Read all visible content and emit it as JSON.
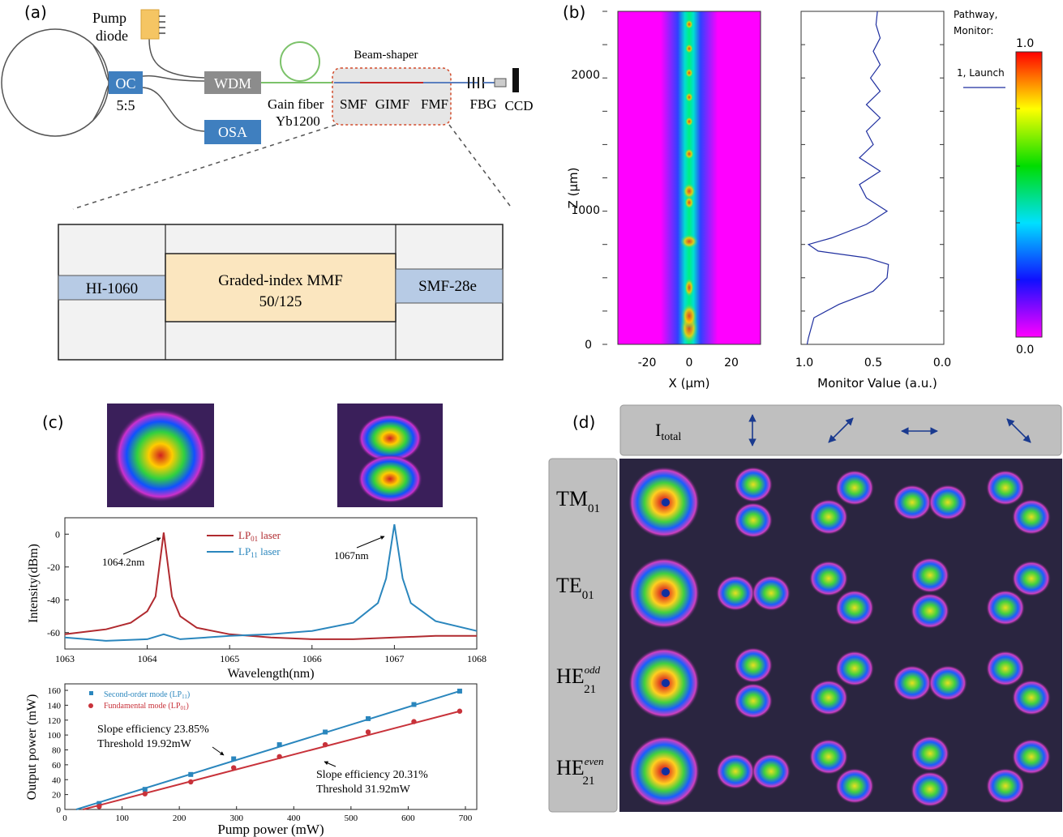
{
  "panels": {
    "a": "(a)",
    "b": "(b)",
    "c": "(c)",
    "d": "(d)"
  },
  "setup": {
    "pump_line1": "Pump",
    "pump_line2": "diode",
    "oc": "OC",
    "ratio": "5:5",
    "wdm": "WDM",
    "osa": "OSA",
    "gain1": "Gain fiber",
    "gain2": "Yb1200",
    "beam_shaper": "Beam-shaper",
    "smf": "SMF",
    "gimf": "GIMF",
    "fmf": "FMF",
    "fbg": "FBG",
    "ccd": "CCD"
  },
  "zoom": {
    "left": "HI-1060",
    "center1": "Graded-index MMF",
    "center2": "50/125",
    "right": "SMF-28e"
  },
  "sim": {
    "ylabel": "Z (μm)",
    "xlabel": "X (μm)",
    "yticks": [
      "0",
      "1000",
      "2000"
    ],
    "xticks": [
      "-20",
      "0",
      "20"
    ],
    "monitor_xlabel": "Monitor Value (a.u.)",
    "monitor_ticks": [
      "1.0",
      "0.5",
      "0.0"
    ],
    "legend1": "Pathway,",
    "legend2": "Monitor:",
    "legend_entry": "1, Launch",
    "cbar_max": "1.0",
    "cbar_min": "0.0",
    "line_color": "#1f2f9f"
  },
  "spectrum": {
    "ylabel": "Intensity(dBm)",
    "xlabel": "Wavelength(nm)",
    "xticks": [
      "1063",
      "1064",
      "1065",
      "1066",
      "1067",
      "1068"
    ],
    "yticks": [
      "0",
      "-20",
      "-40",
      "-60"
    ],
    "legend_lp01_base": "LP",
    "legend_lp01_sub": "01",
    "legend_lp01_rest": " laser",
    "legend_lp11_base": "LP",
    "legend_lp11_sub": "11",
    "legend_lp11_rest": " laser",
    "ann1": "1064.2nm",
    "ann2": "1067nm",
    "color_lp01": "#b02a2f",
    "color_lp11": "#2a86bd"
  },
  "power": {
    "ylabel": "Output power (mW)",
    "xlabel": "Pump power (mW)",
    "xticks": [
      "0",
      "100",
      "200",
      "300",
      "400",
      "500",
      "600",
      "700"
    ],
    "yticks": [
      "0",
      "20",
      "40",
      "60",
      "80",
      "100",
      "120",
      "140",
      "160"
    ],
    "legend1_base": "Second-order mode (LP",
    "legend1_sub": "11",
    "legend1_end": ")",
    "legend2_base": "Fundamental mode (LP",
    "legend2_sub": "01",
    "legend2_end": ")",
    "slope1": "Slope efficiency 23.85%",
    "thr1": "Threshold  19.92mW",
    "slope2": "Slope efficiency 20.31%",
    "thr2": "Threshold  31.92mW",
    "color_lp11": "#2a86bd",
    "color_lp01": "#c8323a"
  },
  "chart_data": [
    {
      "type": "line",
      "title": "",
      "xlabel": "Wavelength(nm)",
      "ylabel": "Intensity(dBm)",
      "xlim": [
        1063,
        1068
      ],
      "ylim": [
        -70,
        10
      ],
      "series": [
        {
          "name": "LP01 laser",
          "x": [
            1063,
            1063.5,
            1063.8,
            1064.0,
            1064.1,
            1064.2,
            1064.3,
            1064.4,
            1064.6,
            1065,
            1065.5,
            1066,
            1066.5,
            1067,
            1067.5,
            1068
          ],
          "y": [
            -61,
            -58,
            -54,
            -47,
            -38,
            1,
            -38,
            -50,
            -57,
            -61,
            -63,
            -64,
            -64,
            -63,
            -62,
            -62
          ]
        },
        {
          "name": "LP11 laser",
          "x": [
            1063,
            1063.5,
            1064,
            1064.2,
            1064.4,
            1065,
            1065.5,
            1066,
            1066.5,
            1066.8,
            1066.9,
            1067,
            1067.1,
            1067.2,
            1067.5,
            1068
          ],
          "y": [
            -63,
            -65,
            -64,
            -61,
            -64,
            -62,
            -61,
            -59,
            -54,
            -42,
            -27,
            6,
            -27,
            -42,
            -53,
            -59
          ]
        }
      ],
      "annotations": [
        "1064.2nm",
        "1067nm"
      ]
    },
    {
      "type": "scatter",
      "title": "",
      "xlabel": "Pump power (mW)",
      "ylabel": "Output power (mW)",
      "xlim": [
        0,
        700
      ],
      "ylim": [
        0,
        160
      ],
      "series": [
        {
          "name": "Second-order mode (LP11)",
          "x": [
            60,
            140,
            220,
            295,
            375,
            455,
            530,
            610,
            690
          ],
          "y": [
            8,
            27,
            47,
            68,
            87,
            104,
            122,
            141,
            159
          ]
        },
        {
          "name": "Fundamental mode (LP01)",
          "x": [
            60,
            140,
            220,
            295,
            375,
            455,
            530,
            610,
            690
          ],
          "y": [
            4,
            21,
            37,
            56,
            71,
            87,
            104,
            118,
            132
          ]
        }
      ],
      "annotations": [
        "Slope efficiency 23.85%",
        "Threshold  19.92mW",
        "Slope efficiency 20.31%",
        "Threshold  31.92mW"
      ]
    },
    {
      "type": "line",
      "title": "",
      "xlabel": "Monitor Value (a.u.)",
      "ylabel": "Z (μm)",
      "xlim": [
        1.0,
        0.0
      ],
      "ylim": [
        0,
        2500
      ],
      "series": [
        {
          "name": "1, Launch",
          "z": [
            0,
            50,
            200,
            300,
            400,
            500,
            600,
            650,
            700,
            750,
            800,
            900,
            1000,
            1100,
            1200,
            1300,
            1400,
            1500,
            1600,
            1700,
            1800,
            1900,
            2000,
            2100,
            2200,
            2300,
            2400,
            2500
          ],
          "v": [
            0.98,
            0.97,
            0.93,
            0.75,
            0.5,
            0.4,
            0.39,
            0.55,
            0.9,
            0.97,
            0.8,
            0.55,
            0.4,
            0.55,
            0.6,
            0.45,
            0.6,
            0.5,
            0.55,
            0.45,
            0.55,
            0.45,
            0.52,
            0.45,
            0.5,
            0.45,
            0.48,
            0.47
          ]
        }
      ]
    }
  ],
  "modes": {
    "header_base": "I",
    "header_sub": "total",
    "rows": [
      {
        "base": "TM",
        "sub": "01",
        "sup": ""
      },
      {
        "base": "TE",
        "sub": "01",
        "sup": ""
      },
      {
        "base": "HE",
        "sub": "21",
        "sup": "odd"
      },
      {
        "base": "HE",
        "sub": "21",
        "sup": "even"
      }
    ]
  }
}
